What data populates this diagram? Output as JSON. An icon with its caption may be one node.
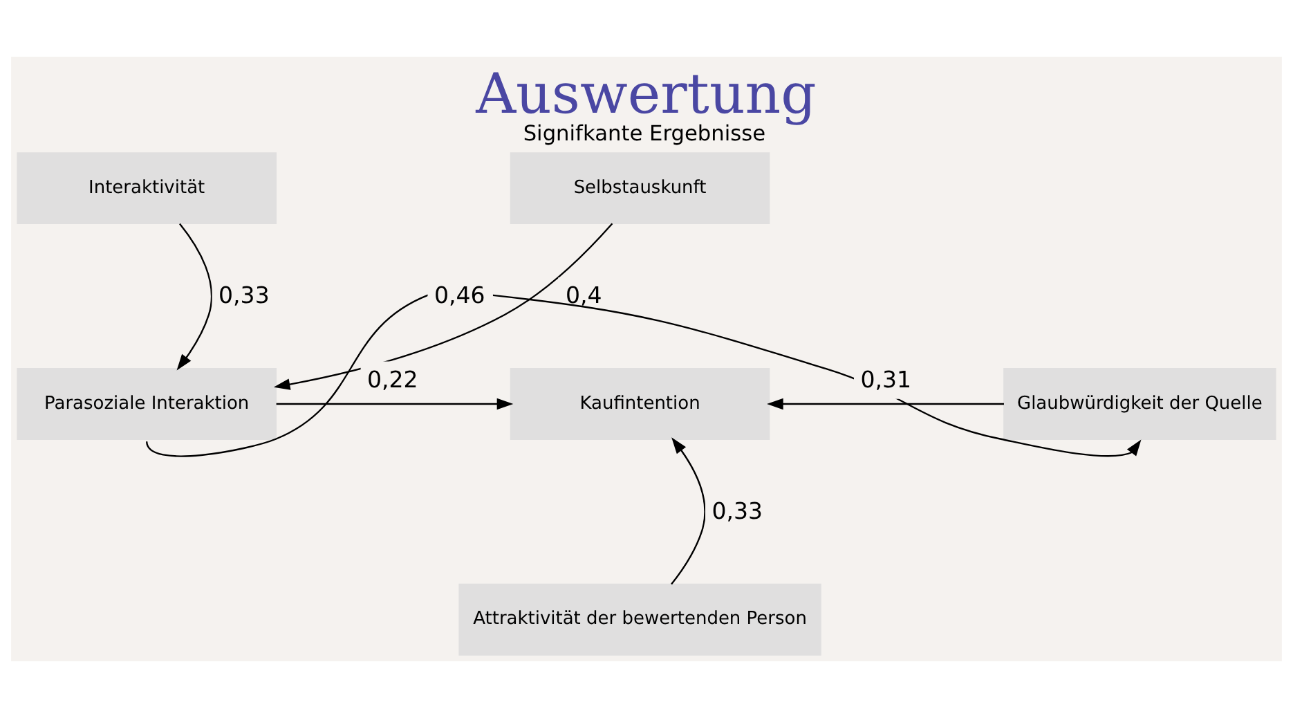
{
  "diagram": {
    "title": "Auswertung",
    "nodes": [
      {
        "text": [
          "Interaktivität"
        ]
      },
      {
        "text": [
          "Selbstauskunft"
        ]
      },
      {
        "text": [
          "Parasoziale Interaktion"
        ]
      },
      {
        "text": [
          "Kaufintention"
        ]
      },
      {
        "text": [
          "Glaubwürdigkeit der Quelle"
        ]
      },
      {
        "text": [
          "Attraktivität der bewertenden Person"
        ]
      }
    ],
    "edges": [
      {
        "from": 0,
        "to": 2,
        "arrow": "to",
        "label": "0,33"
      },
      {
        "from": 1,
        "to": 2,
        "arrow": "to",
        "label": "0,4"
      },
      {
        "from": 2,
        "to": 3,
        "arrow": "to",
        "label": "0,22"
      },
      {
        "from": 4,
        "to": 3,
        "arrow": "to",
        "label": "0,31"
      },
      {
        "from": 5,
        "to": 3,
        "arrow": "to",
        "label": "0,33"
      },
      {
        "from": 2,
        "to": 4,
        "arrow": "to",
        "label": "0,46"
      }
    ],
    "labels": [
      "Signifkante Ergebnisse"
    ]
  }
}
